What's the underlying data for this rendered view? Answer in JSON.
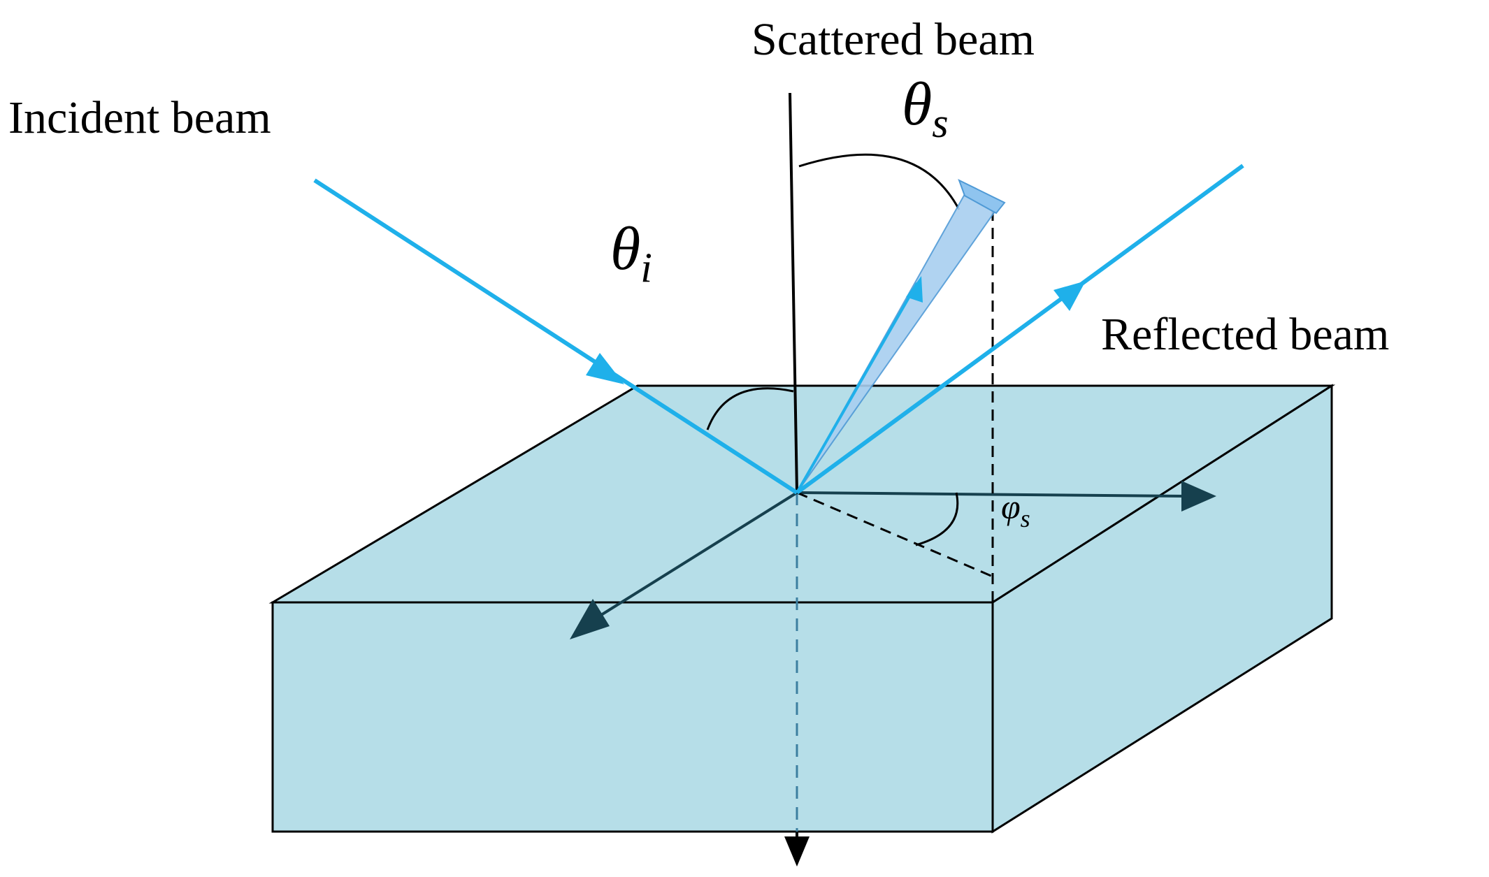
{
  "labels": {
    "scattered_beam": "Scattered beam",
    "incident_beam": "Incident beam",
    "reflected_beam": "Reflected beam"
  },
  "angles": {
    "theta_s": {
      "symbol": "θ",
      "subscript": "s"
    },
    "theta_i": {
      "symbol": "θ",
      "subscript": "i"
    },
    "phi_s": {
      "symbol": "φ",
      "subscript": "s"
    }
  },
  "colors": {
    "beam": "#1fb0ea",
    "block_face": "#b6dee8",
    "axis_arrow": "#16404e",
    "outline": "#000000",
    "cone_fill": "#a8cff0"
  }
}
